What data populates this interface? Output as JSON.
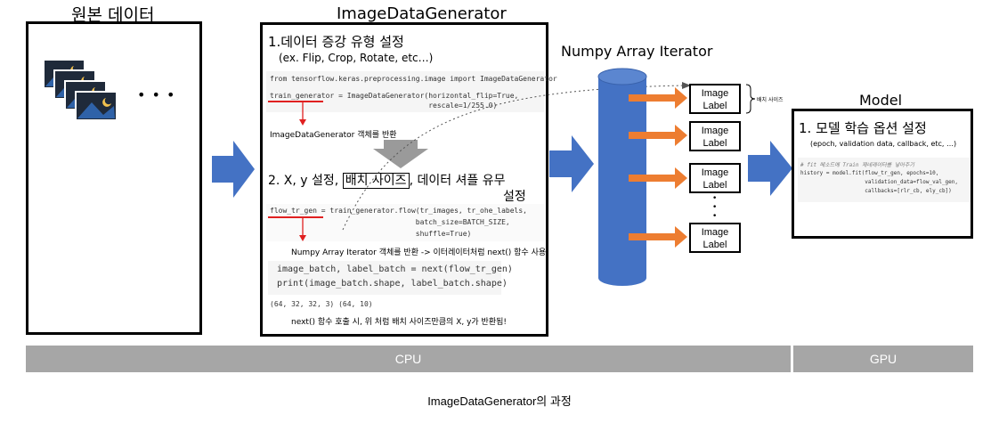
{
  "source": {
    "title": "원본 데이터",
    "ellipsis": "• • •"
  },
  "generator": {
    "title": "ImageDataGenerator",
    "step1_title": "1.데이터 증강 유형 설정",
    "step1_sub": "(ex. Flip, Crop, Rotate, etc…)",
    "code1_line1": "from tensorflow.keras.preprocessing.image import ImageDataGenerator",
    "code1_line2": "train_generator = ImageDataGenerator(horizontal_flip=True,",
    "code1_line3": "                                     rescale=1/255.0)",
    "note1": "ImageDataGenerator 객체를 반환",
    "step2_title_a": "2. X, y 설정,",
    "step2_title_b": "배치 사이즈",
    "step2_title_c": ", 데이터 셔플 유무",
    "step2_title_d": "설정",
    "code2_line1": "flow_tr_gen = train_generator.flow(tr_images, tr_ohe_labels,",
    "code2_line2": "                                  batch_size=BATCH_SIZE,",
    "code2_line3": "                                  shuffle=True)",
    "note2": "Numpy Array Iterator 객체를 반환 -> 이터레이터처럼 next() 함수 사용 가능",
    "code3_line1": "image_batch, label_batch = next(flow_tr_gen)",
    "code3_line2": "print(image_batch.shape, label_batch.shape)",
    "output": "(64, 32, 32, 3) (64, 10)",
    "note3": "next() 함수 호출 시, 위 처럼 배치 사이즈만큼의 X, y가 반환됨!"
  },
  "iterator": {
    "title": "Numpy Array Iterator",
    "label_line1": "Image",
    "label_line2": "Label",
    "batch_size_note": "배치 사이즈",
    "vdots": "•\n•\n•"
  },
  "model": {
    "header": "Model",
    "step_title": "1. 모델 학습 옵션 설정",
    "step_sub": "(epoch, validation data, callback, etc, …)",
    "code_comment": "# fit 메소드에 Train 제네레이터를 넣어주기",
    "code_line1": "history = model.fit(flow_tr_gen, epochs=10,",
    "code_line2": "                    validation_data=flow_val_gen,",
    "code_line3": "                    callbacks=[rlr_cb, ely_cb])"
  },
  "bars": {
    "cpu": "CPU",
    "gpu": "GPU"
  },
  "caption": "ImageDataGenerator의 과정",
  "colors": {
    "arrow_blue": "#4472c4",
    "orange": "#ed7d31",
    "red": "#e02020",
    "bar_gray": "#a6a6a6",
    "cylinder": "#4472c4"
  }
}
